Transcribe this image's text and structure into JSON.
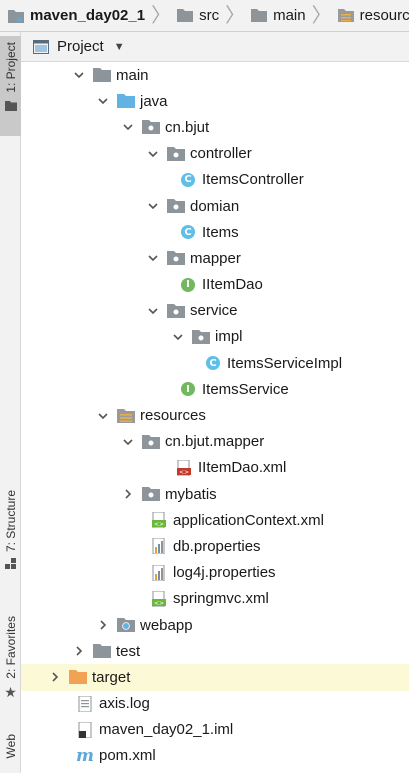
{
  "breadcrumb": {
    "project": "maven_day02_1",
    "items": [
      "src",
      "main",
      "resources"
    ]
  },
  "sidebar": {
    "project_tab": "1: Project",
    "structure_tab": "7: Structure",
    "favorites_tab": "2: Favorites",
    "web_tab": "Web"
  },
  "project_header": {
    "title": "Project"
  },
  "tree": [
    {
      "label": "main"
    },
    {
      "label": "java"
    },
    {
      "label": "cn.bjut"
    },
    {
      "label": "controller"
    },
    {
      "label": "ItemsController"
    },
    {
      "label": "domian"
    },
    {
      "label": "Items"
    },
    {
      "label": "mapper"
    },
    {
      "label": "IItemDao"
    },
    {
      "label": "service"
    },
    {
      "label": "impl"
    },
    {
      "label": "ItemsServiceImpl"
    },
    {
      "label": "ItemsService"
    },
    {
      "label": "resources"
    },
    {
      "label": "cn.bjut.mapper"
    },
    {
      "label": "IItemDao.xml"
    },
    {
      "label": "mybatis"
    },
    {
      "label": "applicationContext.xml"
    },
    {
      "label": "db.properties"
    },
    {
      "label": "log4j.properties"
    },
    {
      "label": "springmvc.xml"
    },
    {
      "label": "webapp"
    },
    {
      "label": "test"
    },
    {
      "label": "target"
    },
    {
      "label": "axis.log"
    },
    {
      "label": "maven_day02_1.iml"
    },
    {
      "label": "pom.xml"
    }
  ],
  "colors": {
    "folder": "#8d949a",
    "source_folder": "#62b2e3",
    "resources_folder": "#9a9a9a",
    "excluded_folder": "#f1a253",
    "class_badge": "#5ebfe8",
    "interface_badge": "#72b85e",
    "selected_row": "#fcfad6"
  }
}
